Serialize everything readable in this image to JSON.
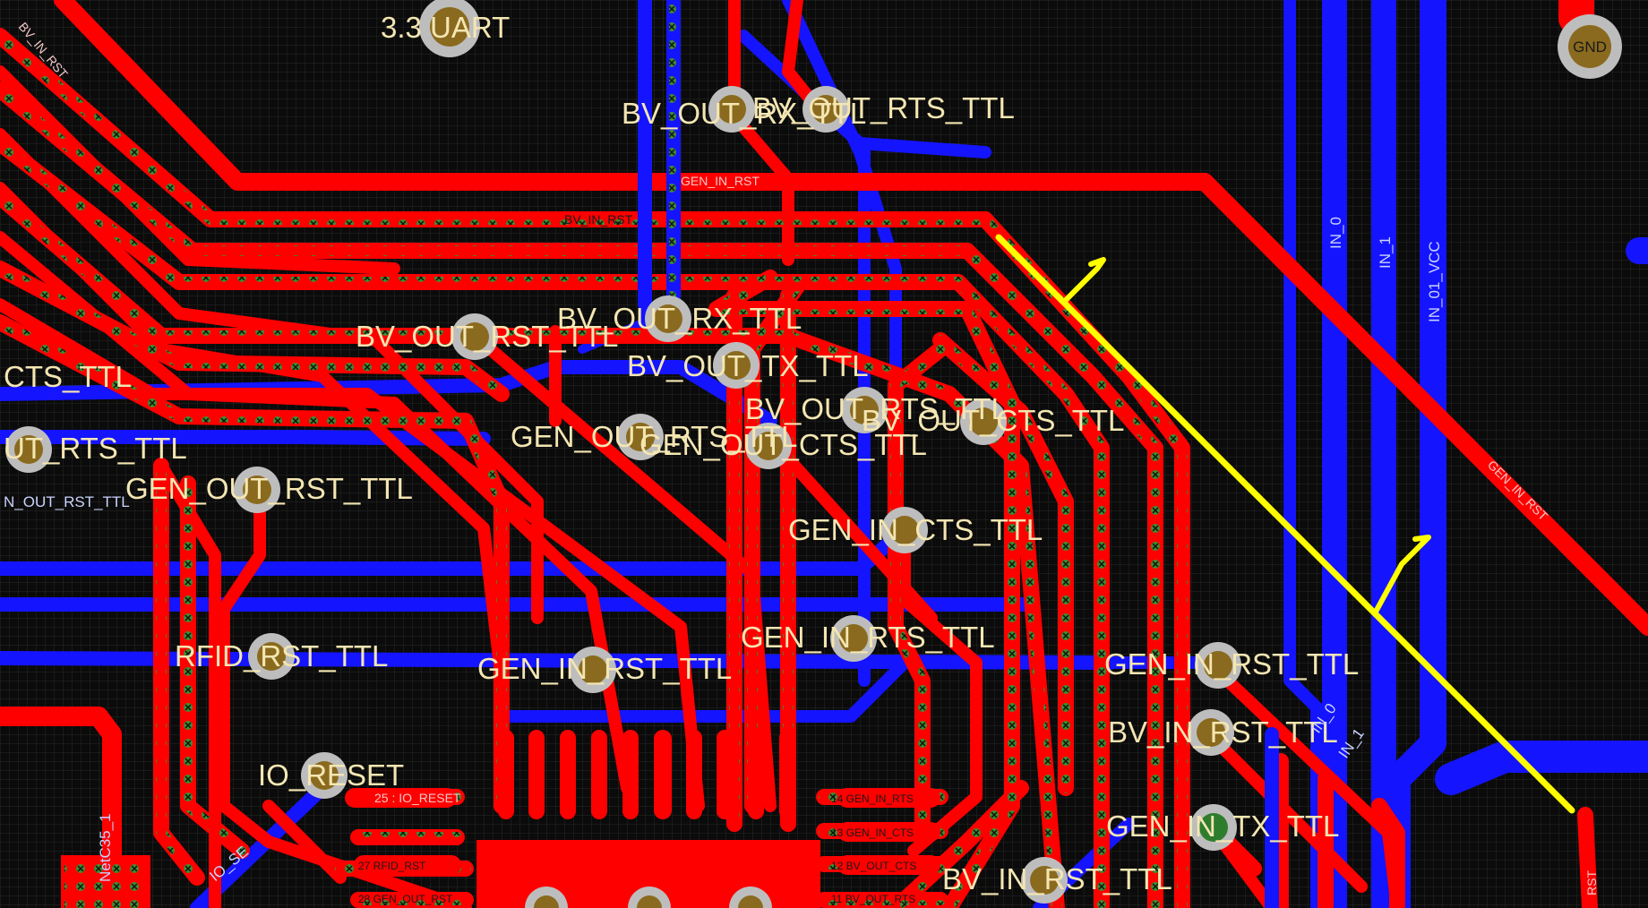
{
  "board": {
    "title": "3.3 UART",
    "colors": {
      "background": "#0b0b0b",
      "grid": "#2a2d2a",
      "top_copper": "#ff0000",
      "bottom_copper": "#1414ff",
      "via": "#2e7d2e",
      "pad_ring": "#bdbdbd",
      "pad_core": "#8a6a1e",
      "highlight": "#ffff00",
      "label": "#f4e6b2"
    }
  },
  "labels": {
    "uart": "3.3 UART",
    "gnd": "GND",
    "bv_out_rx": "BV_OUT_RX_TTL",
    "bv_out_tx": "BV_OUT_TX_TTL",
    "bv_out_rts": "BV_OUT_RTS_TTL",
    "bv_out_cts": "BV_OUT_CTS_TTL",
    "bv_out_rst": "BV_OUT_RST_TTL",
    "cts_left": "CTS_TTL",
    "rts_left": "UT_RTS_TTL",
    "gen_out_rst": "GEN_OUT_RST_TTL",
    "gen_out_rts": "GEN_OUT_RTS_TTL",
    "gen_out_cts": "GEN_OUT_CTS_TTL",
    "gen_in_cts": "GEN_IN_CTS_TTL",
    "gen_in_rts": "GEN_IN_RTS_TTL",
    "gen_in_rst_a": "GEN_IN_RST_TTL",
    "gen_in_rst_b": "GEN_IN_RST_TTL",
    "gen_in_tx": "GEN_IN_TX_TTL",
    "bv_in_rst_a": "BV_IN_RST_TTL",
    "bv_in_rst_b": "BV_IN_RST_TTL",
    "rfid_rst": "RFID_RST_TTL",
    "io_reset": "IO_RESET",
    "gen_in_rst_trace": "GEN_IN_RST",
    "gen_in_rst_diag": "GEN_IN_RST",
    "bv_in_rst_trace": "BV_IN_RST",
    "in_0": "IN_0",
    "in_1": "IN_1",
    "in_01_vcc": "IN_01_VCC",
    "in_0_b": "IN_0",
    "in_1_b": "IN_1",
    "gen_out_rst_blue": "N_OUT_RST_TTL",
    "net_c35": "NetC35_1",
    "bv_in_rst_top": "BV_IN_RST",
    "rst_edge": "RST",
    "io_se": "IO_SE",
    "pad_io_reset": "25 : IO_RESET",
    "pad_13": "13 GEN_IN_CTS",
    "pad_14": "14 GEN_IN_RTS",
    "pad_12": "12 BV_OUT_CTS",
    "pad_27": "27 RFID_RST",
    "pad_28": "28 GEN_OUT_RST",
    "pad_11": "11 BV_OUT_RTS"
  }
}
